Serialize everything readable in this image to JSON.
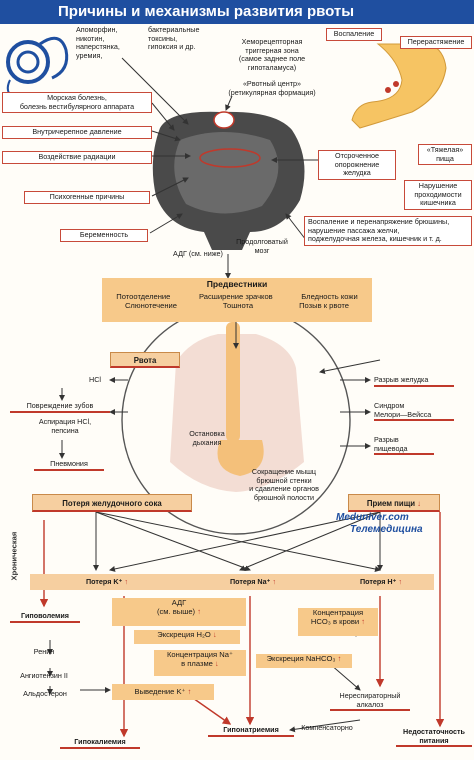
{
  "title": "Причины и механизмы развития рвоты",
  "top_causes": {
    "drugs": "Апоморфин,\nникотин,\nнаперстянка,\nуремия,",
    "toxins": "бактериальные\nтоксины,\nгипоксия и др."
  },
  "center": {
    "chemo": "Хеморецепторная\nтриггерная зона\n(самое заднее поле\nгипоталамуса)",
    "vomit_center": "«Рвотный центр»\n(ретикулярная формация)"
  },
  "stomach_labels": {
    "inflammation": "Воспаление",
    "overdistension": "Перерастяжение"
  },
  "left_causes": [
    "Морская болезнь,\nболезнь вестибулярного аппарата",
    "Внутричерепное давление",
    "Воздействие радиации",
    "Психогенные причины",
    "Беременность"
  ],
  "right_causes": {
    "heavy_food": "«Тяжелая»\nпища",
    "delayed": "Отсроченное\nопорожнение\nжелудка",
    "obstruction": "Нарушение\nпроходимости\nкишечника",
    "peritoneum": "Воспаление и перенапряжение брюшины,\nнарушение пассажа желчи,\nподжелудочная железа, кишечник и т. д."
  },
  "adh_note": "АДГ (см. ниже)",
  "medulla": "Продолговатый\nмозг",
  "precursors": {
    "title": "Предвестники",
    "items": [
      "Потоотделение",
      "Расширение зрачков",
      "Бледность кожи",
      "Слюнотечение",
      "Тошнота",
      "Позыв к рвоте"
    ]
  },
  "vomit": "Рвота",
  "left_effects": [
    "HCl",
    "Повреждение зубов",
    "Аспирация HCl,\nпепсина",
    "Пневмония"
  ],
  "right_effects": [
    "Разрыв желудка",
    "Синдром\nМелори—Вейсса",
    "Разрыв\nпищевода"
  ],
  "breathing": "Остановка\nдыхания",
  "contraction": "Сокращение мышц\nбрюшной стенки\nи сдавление органов\nбрюшной полости",
  "watermark": {
    "line1": "Meduniver.com",
    "line2": "Телемедицина"
  },
  "chronic": "Хроническая",
  "loss_juice": "Потеря желудочного сока",
  "food_intake": "Прием пищи",
  "losses": [
    "Потеря K⁺",
    "Потеря Na⁺",
    "Потеря H⁺"
  ],
  "hypovolemia": "Гиповолемия",
  "renin": "Ренин",
  "angiotensin": "Ангиотензин II",
  "aldosterone": "Альдостерон",
  "adh_above": "АДГ\n(см. выше)",
  "h2o": "Экскреция H₂O",
  "na_plasma": "Концентрация Na⁺\nв плазме",
  "k_excretion": "Выведение K⁺",
  "hco3": "Концентрация\nHCO₃ в крови",
  "nahco3": "Экскреция NaHCO₃",
  "alkalosis": "Нереспираторный\nалкалоз",
  "compensatory": "Компенсаторно",
  "results": [
    "Гипокалиемия",
    "Гипонатриемия",
    "Недостаточность\nпитания"
  ],
  "colors": {
    "accent": "#1f4fa0",
    "red": "#c0392b",
    "orange": "#f7c98a"
  }
}
